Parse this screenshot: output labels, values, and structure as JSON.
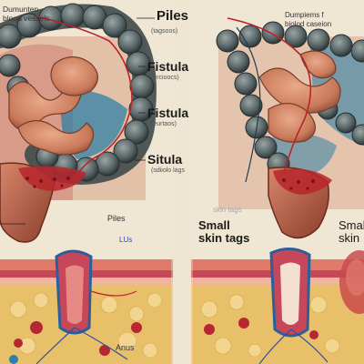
{
  "left_panel": {
    "top_note": "Dumunten\nblood vessels",
    "labels": [
      {
        "title": "Piles",
        "sub": "(tagsoos)"
      },
      {
        "title": "Fistula",
        "sub": "(ercioocs)"
      },
      {
        "title": "Fistula",
        "sub": "(eurtaos)"
      },
      {
        "title": "Situla",
        "sub": "(sdiiolo lags"
      }
    ],
    "lower_label": "Piles",
    "tiny_label": "LUs",
    "anus_label": "Anus"
  },
  "right_panel": {
    "top_note": "Dumpiems f\nbiolod caseion",
    "skin_tags_faint": "skin tags",
    "small_skin_tags": "Small\nskin tags",
    "edge_label": "Smal\nskin"
  },
  "colors": {
    "background": "#efe6d3",
    "colon_gray": "#5d6a6c",
    "intestine": "#c97a5a",
    "blood_red": "#b8262b",
    "vein_blue": "#2f7fa6",
    "fat_yellow": "#e9c06a"
  }
}
